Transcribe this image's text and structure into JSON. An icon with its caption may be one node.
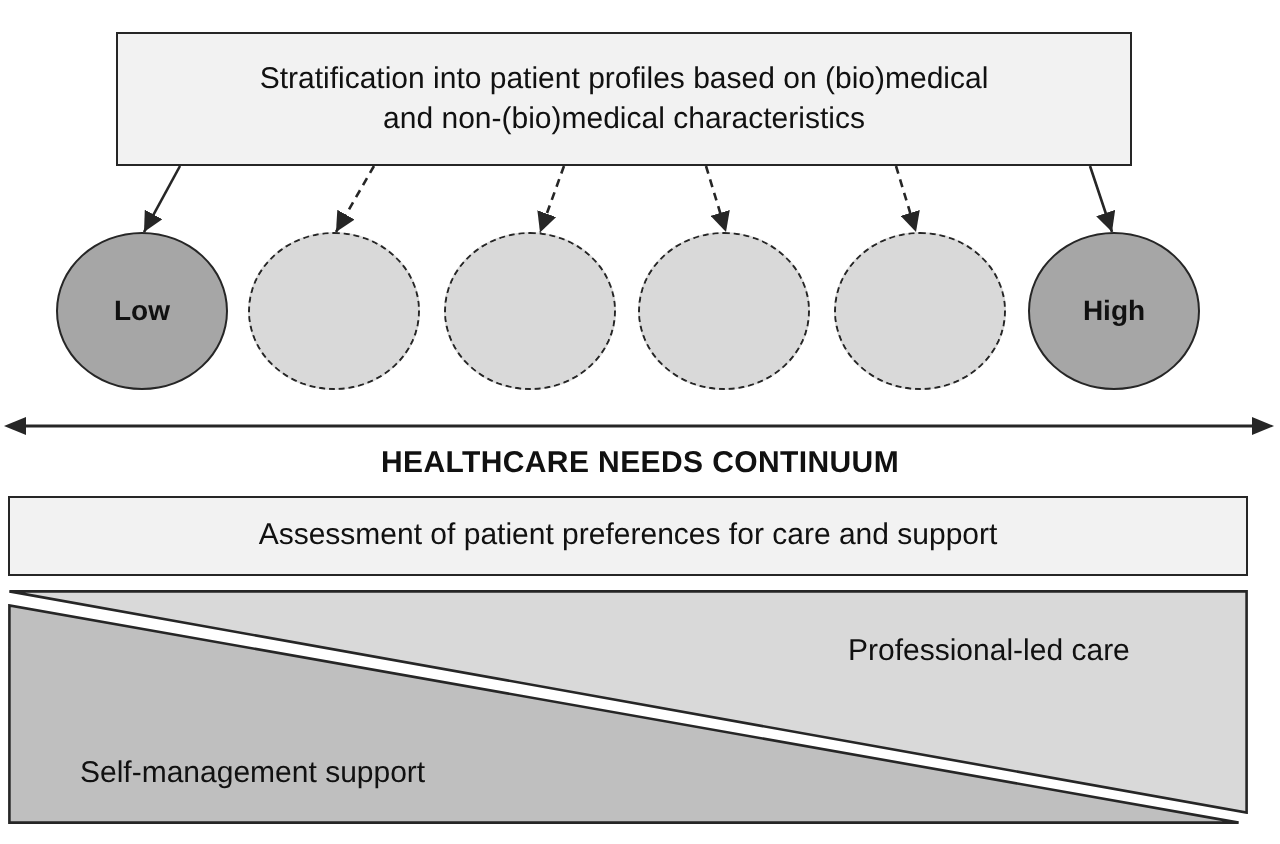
{
  "diagram": {
    "nodes": [
      {
        "text": [
          "Stratification into patient profiles based on (bio)medical and non-(bio)medical characteristics"
        ]
      },
      {
        "text": [
          "Low"
        ]
      },
      {
        "text": [],
        "shape": "circle"
      },
      {
        "text": [],
        "shape": "circle"
      },
      {
        "text": [],
        "shape": "circle"
      },
      {
        "text": [],
        "shape": "circle"
      },
      {
        "text": [
          "High"
        ]
      },
      {
        "text": [
          "Assessment of patient preferences for care and support"
        ]
      },
      {
        "text": [
          "Professional-led care"
        ]
      },
      {
        "text": [
          "Self-management support"
        ]
      }
    ],
    "edges": [
      {
        "from": 0,
        "to": 1,
        "arrow": "to"
      },
      {
        "from": 0,
        "to": 2,
        "arrow": "to",
        "style": "dashed"
      },
      {
        "from": 0,
        "to": 3,
        "arrow": "to",
        "style": "dashed"
      },
      {
        "from": 0,
        "to": 4,
        "arrow": "to",
        "style": "dashed"
      },
      {
        "from": 0,
        "to": 5,
        "arrow": "to",
        "style": "dashed"
      },
      {
        "from": 0,
        "to": 6,
        "arrow": "to"
      }
    ],
    "labels": [
      "HEALTHCARE NEEDS CONTINUUM"
    ]
  }
}
